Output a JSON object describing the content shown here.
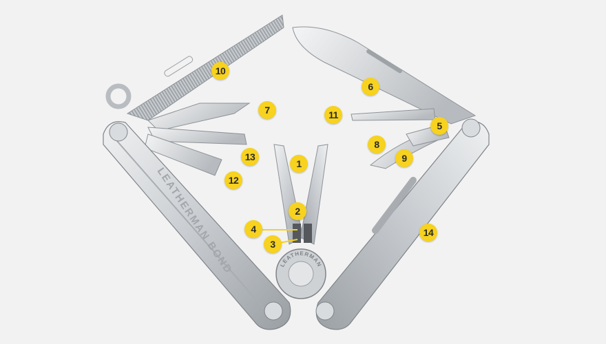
{
  "product": {
    "handle_engraving": "LEATHERMAN BOND",
    "pivot_engraving": "LEATHERMAN"
  },
  "colors": {
    "callout_fill": "#f7d21e",
    "callout_text": "#2b2b2b",
    "steel_light": "#e4e6e8",
    "steel_mid": "#c2c6ca",
    "steel_dark": "#8d9297",
    "background": "#f2f2f2"
  },
  "callouts": [
    {
      "id": "c1",
      "label": "1"
    },
    {
      "id": "c2",
      "label": "2"
    },
    {
      "id": "c3",
      "label": "3"
    },
    {
      "id": "c4",
      "label": "4"
    },
    {
      "id": "c5",
      "label": "5"
    },
    {
      "id": "c6",
      "label": "6"
    },
    {
      "id": "c7",
      "label": "7"
    },
    {
      "id": "c8",
      "label": "8"
    },
    {
      "id": "c9",
      "label": "9"
    },
    {
      "id": "c10",
      "label": "10"
    },
    {
      "id": "c11",
      "label": "11"
    },
    {
      "id": "c12",
      "label": "12"
    },
    {
      "id": "c13",
      "label": "13"
    },
    {
      "id": "c14",
      "label": "14"
    }
  ]
}
